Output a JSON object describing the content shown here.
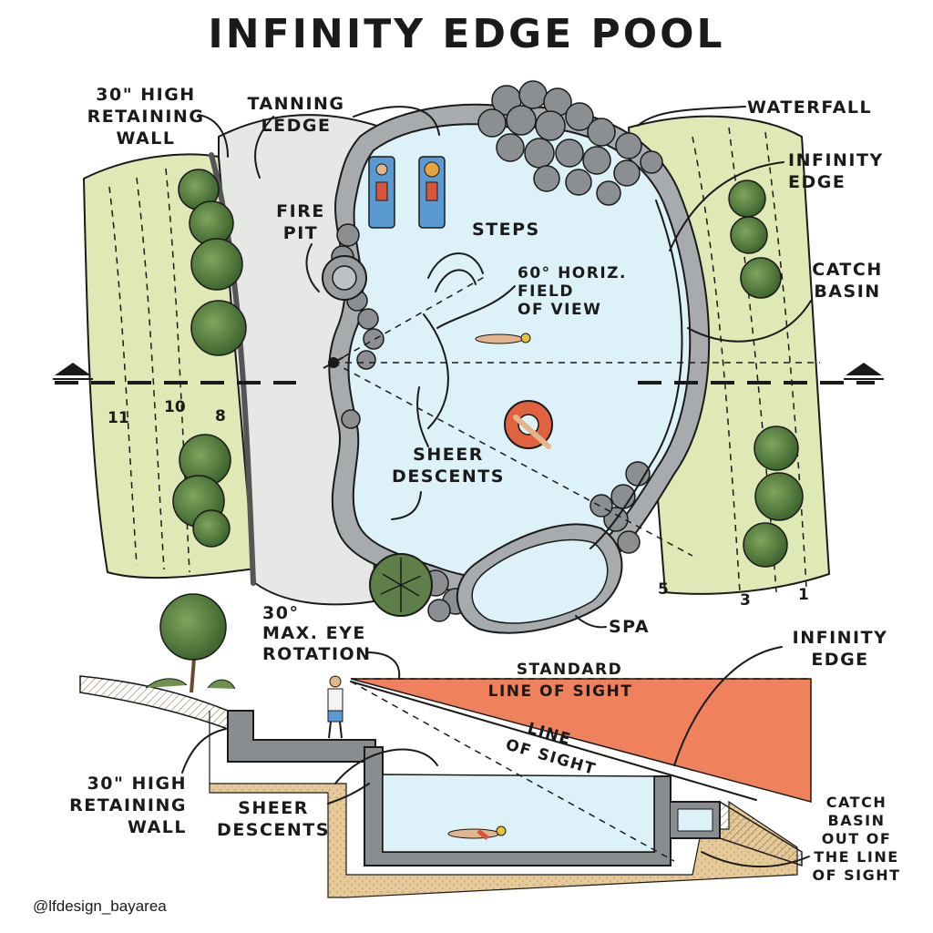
{
  "title": "INFINITY EDGE POOL",
  "credit": "@lfdesign_bayarea",
  "colors": {
    "lawn": "#dfe9b6",
    "patio": "#e6e8e6",
    "water": "#dcf2f8",
    "stone": "#8c8f92",
    "coping": "#9a9d9f",
    "tree": "#4f7a3c",
    "sightline_fill": "#f0815d",
    "soil": "#e6c998",
    "concrete": "#8a8d8f"
  },
  "plan_labels": {
    "retaining_wall": [
      "30\" HIGH",
      "RETAINING",
      "WALL"
    ],
    "tanning_ledge": [
      "TANNING",
      "LEDGE"
    ],
    "waterfall": [
      "WATERFALL"
    ],
    "infinity_edge": [
      "INFINITY",
      "EDGE"
    ],
    "fire_pit": [
      "FIRE",
      "PIT"
    ],
    "steps": [
      "STEPS"
    ],
    "field_of_view": [
      "60° HORIZ.",
      "FIELD",
      "OF VIEW"
    ],
    "catch_basin": [
      "CATCH",
      "BASIN"
    ],
    "sheer_descents": [
      "SHEER",
      "DESCENTS"
    ],
    "spa": [
      "SPA"
    ]
  },
  "contours": {
    "left": [
      "11",
      "10",
      "8"
    ],
    "right": [
      "5",
      "3",
      "1"
    ]
  },
  "section_labels": {
    "eye_rotation": [
      "30°",
      "MAX. EYE",
      "ROTATION"
    ],
    "standard_line": [
      "STANDARD",
      "LINE OF SIGHT"
    ],
    "line_of_sight": [
      "LINE",
      "OF SIGHT"
    ],
    "infinity_edge": [
      "INFINITY",
      "EDGE"
    ],
    "retaining_wall": [
      "30\" HIGH",
      "RETAINING",
      "WALL"
    ],
    "sheer_descents": [
      "SHEER",
      "DESCENTS"
    ],
    "catch_basin": [
      "CATCH",
      "BASIN",
      "OUT OF",
      "THE LINE",
      "OF SIGHT"
    ]
  }
}
